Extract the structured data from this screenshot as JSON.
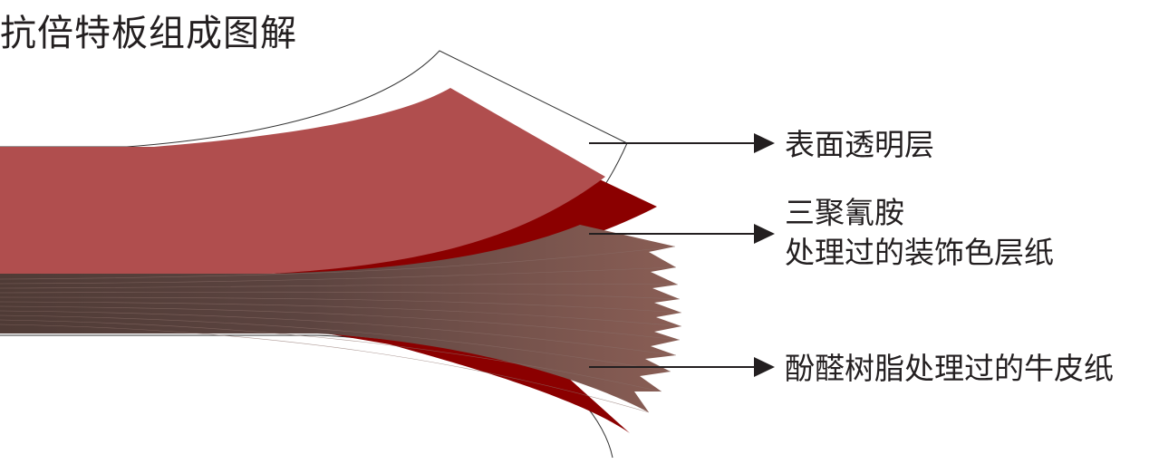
{
  "title": "抗倍特板组成图解",
  "labels": {
    "surface_layer": "表面透明层",
    "decor_line1": "三聚氰胺",
    "decor_line2": "处理过的装饰色层纸",
    "kraft_layer": "酚醛树脂处理过的牛皮纸"
  },
  "colors": {
    "surface_fill": "#b04e4e",
    "decor_red": "#8b0000",
    "kraft_dark": "#4f3b36",
    "kraft_light": "#8a5e55",
    "outline": "#333333",
    "arrow": "#231f20",
    "text": "#231f20"
  }
}
